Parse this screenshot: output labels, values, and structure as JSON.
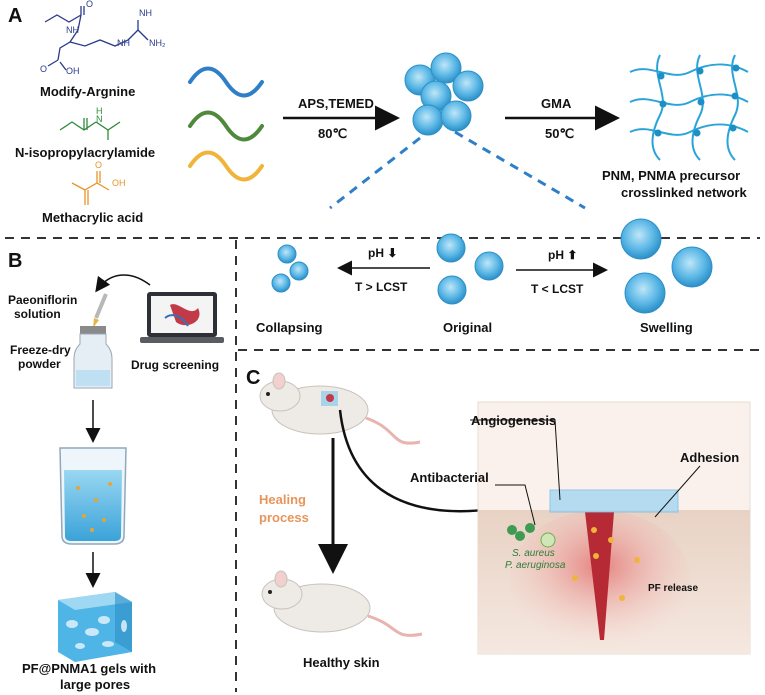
{
  "panels": {
    "a": "A",
    "b": "B",
    "c": "C"
  },
  "panel_a": {
    "monomers": [
      "Modify-Argnine",
      "N-isopropylacrylamide",
      "Methacrylic acid"
    ],
    "step1_reagents": "APS,TEMED",
    "step1_temp": "80℃",
    "step2_reagent": "GMA",
    "step2_temp": "50℃",
    "network_label_1": "PNM, PNMA precursor",
    "network_label_2": "crosslinked network",
    "ph_down": "pH ⬇",
    "ph_up": "pH ⬆",
    "t_high": "T > LCST",
    "t_low": "T < LCST",
    "state_collapsing": "Collapsing",
    "state_original": "Original",
    "state_swelling": "Swelling",
    "chem_atoms": [
      "O",
      "NH",
      "NH",
      "NH",
      "NH₂",
      "OH",
      "O",
      "OH",
      "O",
      "N",
      "H"
    ]
  },
  "panel_b": {
    "paeoniflorin_1": "Paeoniflorin",
    "paeoniflorin_2": "solution",
    "freeze_1": "Freeze-dry",
    "freeze_2": "powder",
    "drug_screening": "Drug screening",
    "gel_1": "PF@PNMA1 gels with",
    "gel_2": "large pores"
  },
  "panel_c": {
    "healing_1": "Healing",
    "healing_2": "process",
    "healthy_skin": "Healthy skin",
    "angiogenesis": "Angiogenesis",
    "antibacterial": "Antibacterial",
    "adhesion": "Adhesion",
    "s_aureus": "S. aureus",
    "p_aeruginosa": "P. aeruginosa",
    "pf_release": "PF release"
  },
  "colors": {
    "blue_chain": "#2f7fc8",
    "green_chain": "#4f8a3c",
    "yellow_chain": "#f0b43a",
    "microgel": "#4fb0e0",
    "healing_text": "#e8955a"
  }
}
